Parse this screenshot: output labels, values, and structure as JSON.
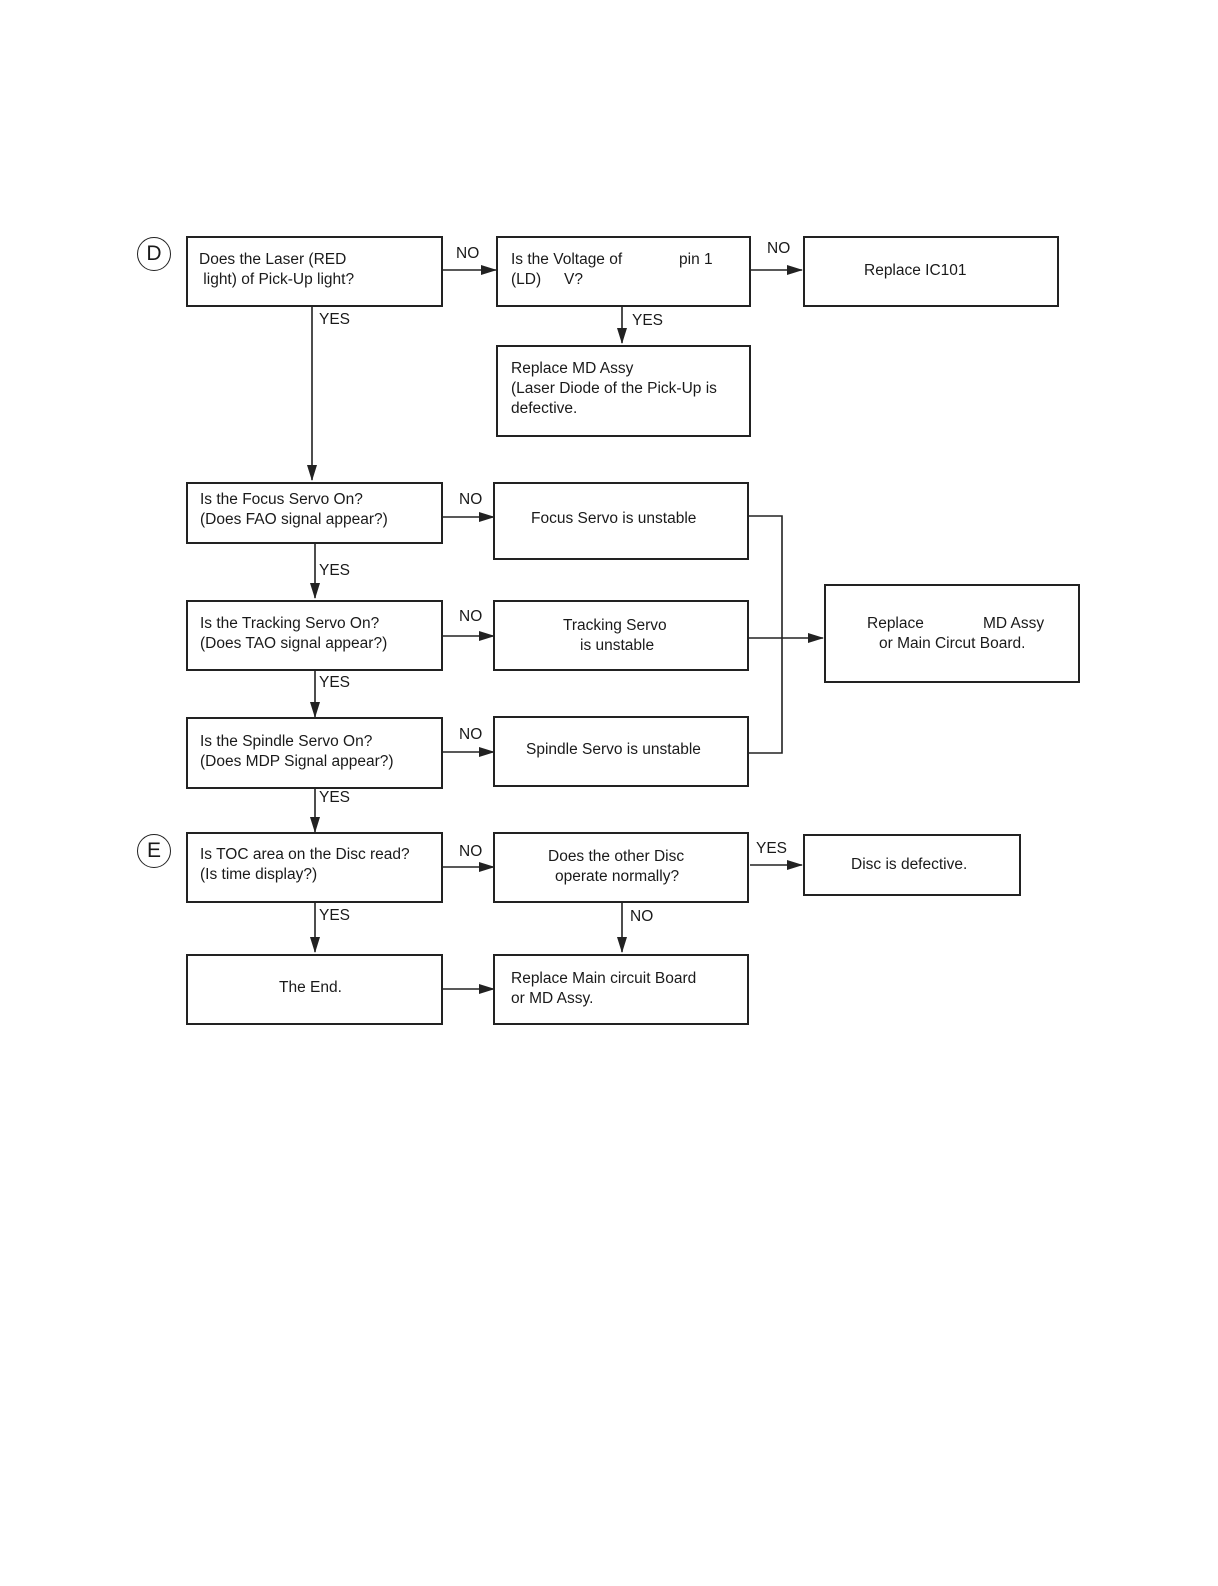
{
  "markers": {
    "d": "D",
    "e": "E"
  },
  "nodes": {
    "laser": {
      "line1": "Does the Laser (RED",
      "line2": " light) of Pick-Up light?"
    },
    "voltage": {
      "line1a": "Is the Voltage of",
      "line1b": "pin 1",
      "line2a": "(LD)",
      "line2b": "V?"
    },
    "ic101": {
      "text": "Replace IC101"
    },
    "md_assy": {
      "line1": "Replace MD Assy",
      "line2": "(Laser Diode of the Pick-Up is",
      "line3": "defective."
    },
    "focus_q": {
      "line1": "Is the Focus Servo On?",
      "line2": "(Does FAO signal appear?)"
    },
    "focus_bad": {
      "text": "Focus Servo is unstable"
    },
    "tracking_q": {
      "line1": "Is the Tracking Servo On?",
      "line2": "(Does TAO signal appear?)"
    },
    "tracking_bad": {
      "line1": "Tracking Servo",
      "line2": "is unstable"
    },
    "spindle_q": {
      "line1": "Is the Spindle Servo On?",
      "line2": "(Does MDP Signal appear?)"
    },
    "spindle_bad": {
      "text": "Spindle Servo is unstable"
    },
    "replace_board": {
      "line1a": "Replace",
      "line1b": "MD Assy",
      "line2": "or Main Circut Board."
    },
    "toc_q": {
      "line1": "Is TOC area on the Disc read?",
      "line2": "(Is time display?)"
    },
    "other_disc": {
      "line1": "Does the other Disc",
      "line2": "operate normally?"
    },
    "disc_defective": {
      "text": "Disc is defective."
    },
    "the_end": {
      "text": "The End."
    },
    "replace_main": {
      "line1": "Replace Main circuit Board",
      "line2": "or MD Assy."
    }
  },
  "edge_labels": {
    "laser_no": "NO",
    "laser_yes": "YES",
    "voltage_no": "NO",
    "voltage_yes": "YES",
    "focus_no": "NO",
    "focus_yes": "YES",
    "tracking_no": "NO",
    "tracking_yes": "YES",
    "spindle_no": "NO",
    "spindle_yes": "YES",
    "toc_no": "NO",
    "toc_yes": "YES",
    "other_yes": "YES",
    "other_no": "NO"
  },
  "colors": {
    "line": "#222222",
    "text": "#1a1a1a",
    "background": "#ffffff"
  }
}
